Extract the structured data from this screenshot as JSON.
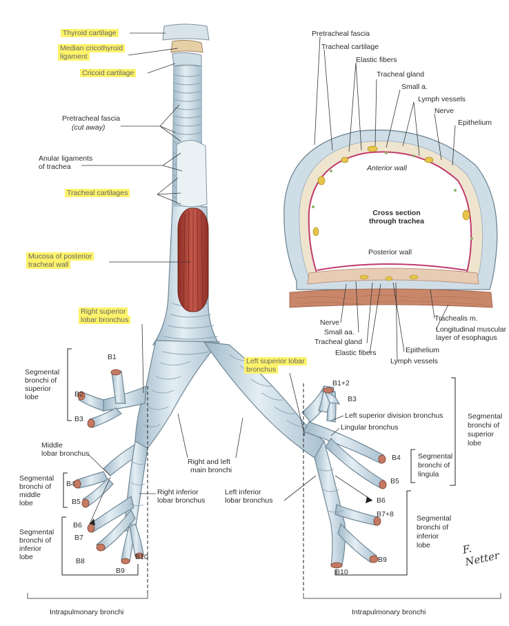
{
  "trachea_labels": {
    "thyroid": "Thyroid cartilage",
    "cricothyroid_1": "Median cricothyroid",
    "cricothyroid_2": "ligament",
    "cricoid": "Cricoid cartilage",
    "pretracheal_1": "Pretracheal fascia",
    "pretracheal_2": "(cut away)",
    "anular_1": "Anular ligaments",
    "anular_2": "of trachea",
    "tracheal_cartilages": "Tracheal cartilages",
    "mucosa_1": "Mucosa of posterior",
    "mucosa_2": "tracheal wall"
  },
  "cross_section": {
    "pretracheal_fascia": "Pretracheal fascia",
    "tracheal_cartilage": "Tracheal cartilage",
    "elastic_fibers": "Elastic fibers",
    "tracheal_gland": "Tracheal gland",
    "small_a": "Small a.",
    "lymph_vessels": "Lymph vessels",
    "nerve": "Nerve",
    "epithelium": "Epithelium",
    "anterior_wall": "Anterior wall",
    "title_1": "Cross section",
    "title_2": "through trachea",
    "posterior_wall": "Posterior wall",
    "nerve_b": "Nerve",
    "small_aa": "Small aa.",
    "tracheal_gland_b": "Tracheal gland",
    "elastic_fibers_b": "Elastic fibers",
    "epithelium_b": "Epithelium",
    "lymph_vessels_b": "Lymph vessels",
    "trachealis": "Trachealis m.",
    "longitudinal_1": "Longitudinal muscular",
    "longitudinal_2": "layer of esophagus"
  },
  "bronchi": {
    "right_superior_1": "Right superior",
    "right_superior_2": "lobar bronchus",
    "left_superior_1": "Left superior lobar",
    "left_superior_2": "bronchus",
    "seg_sup_r_1": "Segmental",
    "seg_sup_r_2": "bronchi of",
    "seg_sup_r_3": "superior",
    "seg_sup_r_4": "lobe",
    "middle_lobar_1": "Middle",
    "middle_lobar_2": "lobar bronchus",
    "seg_mid_1": "Segmental",
    "seg_mid_2": "bronchi of",
    "seg_mid_3": "middle",
    "seg_mid_4": "lobe",
    "seg_inf_r_1": "Segmental",
    "seg_inf_r_2": "bronchi of",
    "seg_inf_r_3": "inferior",
    "seg_inf_r_4": "lobe",
    "main_1": "Right and left",
    "main_2": "main bronchi",
    "right_inferior_1": "Right inferior",
    "right_inferior_2": "lobar bronchus",
    "left_inferior_1": "Left inferior",
    "left_inferior_2": "lobar bronchus",
    "left_sup_division": "Left superior division bronchus",
    "lingular": "Lingular bronchus",
    "seg_sup_l_1": "Segmental",
    "seg_sup_l_2": "bronchi of",
    "seg_sup_l_3": "superior",
    "seg_sup_l_4": "lobe",
    "seg_ling_1": "Segmental",
    "seg_ling_2": "bronchi of",
    "seg_ling_3": "lingula",
    "seg_inf_l_1": "Segmental",
    "seg_inf_l_2": "bronchi of",
    "seg_inf_l_3": "inferior",
    "seg_inf_l_4": "lobe",
    "intrapulmonary_left": "Intrapulmonary bronchi",
    "intrapulmonary_right": "Intrapulmonary bronchi"
  },
  "segments": {
    "rB1": "B1",
    "rB2": "B2",
    "rB3": "B3",
    "rB4": "B4",
    "rB5": "B5",
    "rB6": "B6",
    "rB7": "B7",
    "rB8": "B8",
    "rB9": "B9",
    "rB10": "B10",
    "lB12": "B1+2",
    "lB3": "B3",
    "lB4": "B4",
    "lB5": "B5",
    "lB6": "B6",
    "lB78": "B7+8",
    "lB9": "B9",
    "lB10": "B10"
  },
  "signature": "F. Netter",
  "colors": {
    "highlight": "#fdf36a",
    "airway": "#c9dbe6",
    "mucosa": "#b5483c",
    "cartilage_ring": "#d0dde6",
    "gland": "#e6c54a"
  }
}
